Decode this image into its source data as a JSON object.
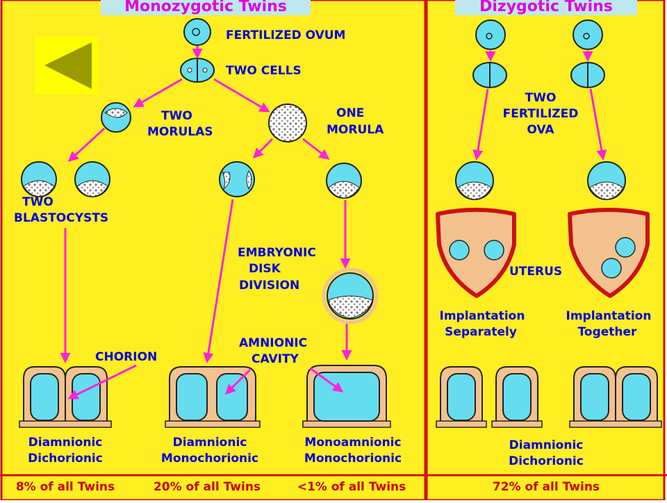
{
  "colors": {
    "background": "#ffee22",
    "arrow": "#ff22dd",
    "frame": "#cc1111",
    "cell_fill": "#66ddee",
    "chorion_fill": "#f4c28e",
    "label": "#0000dd",
    "percent": "#cc0000",
    "title": "#e000e0"
  },
  "back_button": {
    "icon": "back-triangle-icon"
  },
  "mono": {
    "title": "Monozygotic Twins",
    "fertilized_ovum": "FERTILIZED OVUM",
    "two_cells": "TWO CELLS",
    "two_morulas": [
      "TWO",
      "MORULAS"
    ],
    "one_morula": [
      "ONE",
      "MORULA"
    ],
    "two_blastocysts": [
      "TWO",
      "BLASTOCYSTS"
    ],
    "embryonic_disk": [
      "EMBRYONIC",
      "DISK",
      "DIVISION"
    ],
    "chorion": "CHORION",
    "amnionic_cavity": [
      "AMNIONIC",
      "CAVITY"
    ],
    "outcomes": [
      {
        "line1": "Diamnionic",
        "line2": "Dichorionic",
        "percent": "8% of all Twins"
      },
      {
        "line1": "Diamnionic",
        "line2": "Monochorionic",
        "percent": "20% of all Twins"
      },
      {
        "line1": "Monoamnionic",
        "line2": "Monochorionic",
        "percent": "<1% of all Twins"
      }
    ]
  },
  "di": {
    "title": "Dizygotic Twins",
    "two_fertilized_ova": [
      "TWO",
      "FERTILIZED",
      "OVA"
    ],
    "uterus": "UTERUS",
    "implantation_separately": [
      "Implantation",
      "Separately"
    ],
    "implantation_together": [
      "Implantation",
      "Together"
    ],
    "outcome": {
      "line1": "Diamnionic",
      "line2": "Dichorionic",
      "percent": "72% of all Twins"
    }
  }
}
